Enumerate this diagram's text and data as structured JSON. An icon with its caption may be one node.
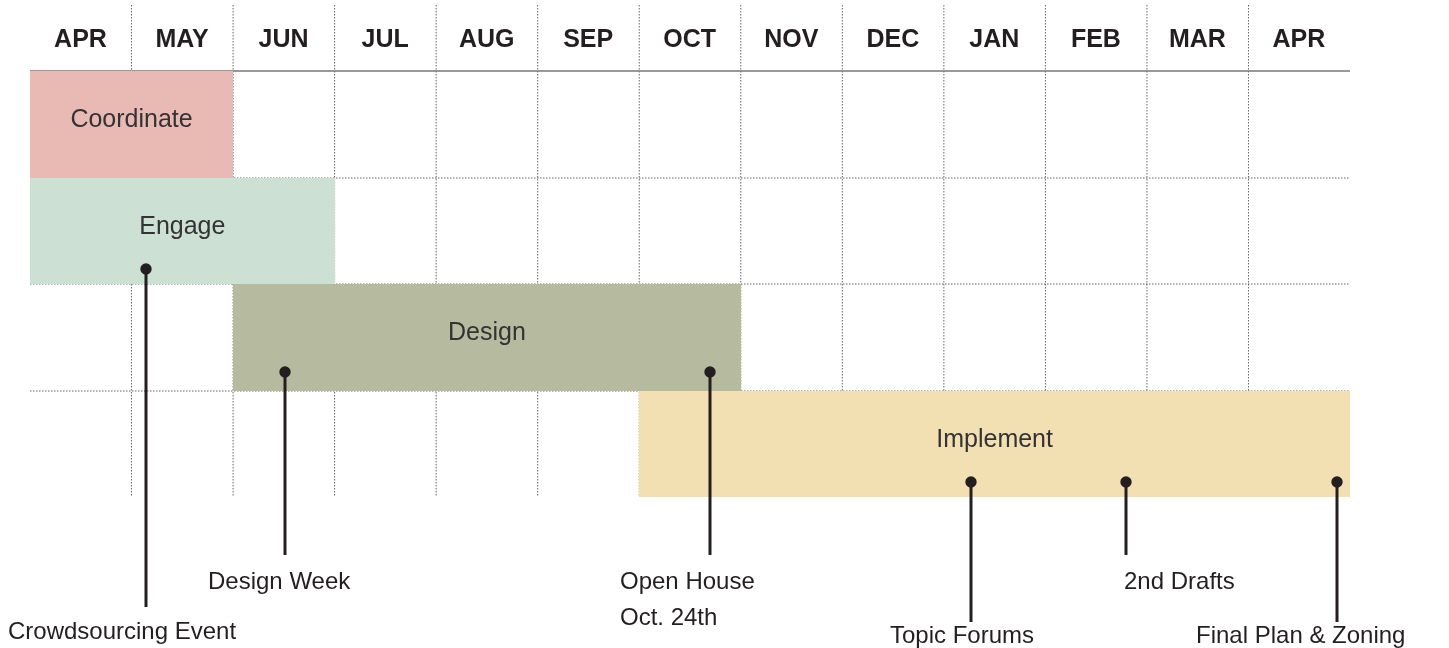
{
  "diagram": {
    "nodes": [
      {
        "text": [
          "Coordinate"
        ]
      },
      {
        "text": [
          "Engage"
        ]
      },
      {
        "text": [
          "Design"
        ]
      },
      {
        "text": [
          "Implement"
        ]
      },
      {
        "text": [
          "Crowdsourcing Event"
        ]
      },
      {
        "text": [
          "Design Week"
        ]
      },
      {
        "text": [
          "Open House Oct. 24th"
        ]
      },
      {
        "text": [
          "Topic Forums"
        ]
      },
      {
        "text": [
          "2nd Drafts"
        ]
      },
      {
        "text": [
          "Final Plan & Zoning"
        ]
      }
    ],
    "edges": [
      {
        "from": 4,
        "to": 1,
        "arrow": "other"
      },
      {
        "from": 5,
        "to": 2,
        "arrow": "other"
      },
      {
        "from": 6,
        "to": 2,
        "arrow": "other"
      },
      {
        "from": 7,
        "to": 3,
        "arrow": "other"
      },
      {
        "from": 8,
        "to": 3,
        "arrow": "other"
      },
      {
        "from": 9,
        "to": 3,
        "arrow": "other"
      }
    ],
    "labels": [
      "APR",
      "MAY",
      "JUN",
      "JUL",
      "AUG",
      "SEP",
      "OCT",
      "NOV",
      "DEC",
      "JAN",
      "FEB",
      "MAR",
      "APR"
    ]
  }
}
